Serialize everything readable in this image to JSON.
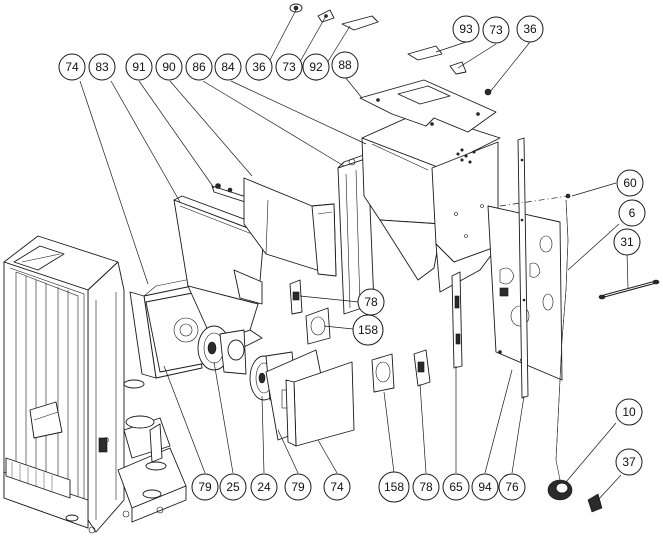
{
  "callouts": {
    "c36_top": "36",
    "c73_top": "73",
    "c92": "92",
    "c93": "93",
    "c73_right": "73",
    "c36_right": "36",
    "c74_top": "74",
    "c83": "83",
    "c91": "91",
    "c90": "90",
    "c86": "86",
    "c84": "84",
    "c88": "88",
    "c60": "60",
    "c6": "6",
    "c31": "31",
    "c78_mid": "78",
    "c158_mid": "158",
    "c79_left": "79",
    "c25": "25",
    "c24": "24",
    "c79_right": "79",
    "c74_bottom": "74",
    "c158_bottom": "158",
    "c78_bottom": "78",
    "c65": "65",
    "c94": "94",
    "c76": "76",
    "c10": "10",
    "c37": "37"
  }
}
